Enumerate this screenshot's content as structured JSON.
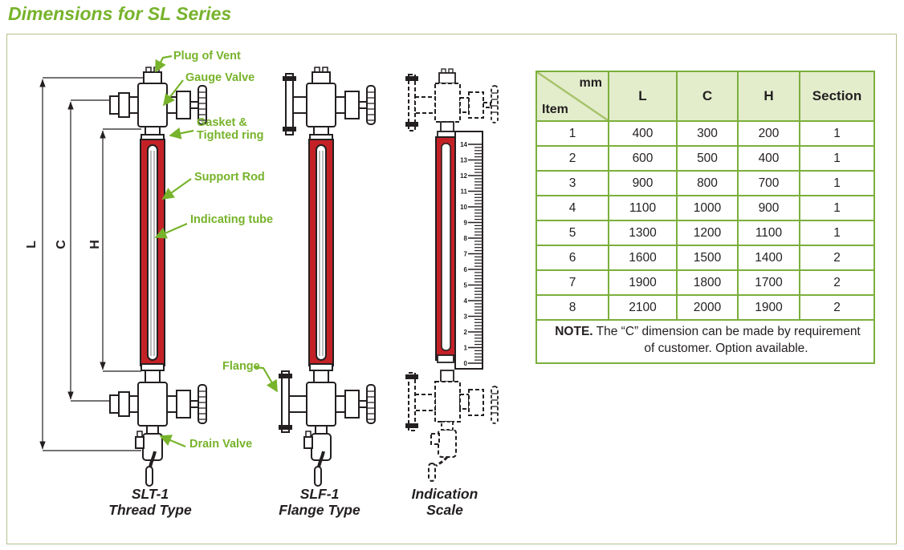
{
  "page": {
    "title": "Dimensions for SL Series"
  },
  "colors": {
    "accent_green": "#77b32b",
    "tube_red": "#c42127",
    "line_black": "#231f20",
    "table_border": "#7caf3c",
    "table_header_bg": "#e3edcc",
    "frame_border": "#b3c289"
  },
  "drawings": {
    "labels": {
      "plug_of_vent": "Plug of Vent",
      "gauge_valve": "Gauge Valve",
      "gasket_line1": "Gasket &",
      "gasket_line2": "Tighted ring",
      "support_rod": "Support Rod",
      "indicating_tube": "Indicating tube",
      "drain_valve": "Drain Valve",
      "flange": "Flange"
    },
    "dimension_labels": {
      "l": "L",
      "c": "C",
      "h": "H"
    },
    "captions": [
      {
        "model": "SLT-1",
        "type": "Thread Type"
      },
      {
        "model": "SLF-1",
        "type": "Flange Type"
      },
      {
        "model": "Indication",
        "type": "Scale"
      }
    ],
    "scale": {
      "min": 0,
      "max": 14
    }
  },
  "table": {
    "corner": {
      "top_right": "mm",
      "bottom_left": "Item"
    },
    "columns": [
      "L",
      "C",
      "H",
      "Section"
    ],
    "rows": [
      {
        "item": "1",
        "l": "400",
        "c": "300",
        "h": "200",
        "section": "1"
      },
      {
        "item": "2",
        "l": "600",
        "c": "500",
        "h": "400",
        "section": "1"
      },
      {
        "item": "3",
        "l": "900",
        "c": "800",
        "h": "700",
        "section": "1"
      },
      {
        "item": "4",
        "l": "1100",
        "c": "1000",
        "h": "900",
        "section": "1"
      },
      {
        "item": "5",
        "l": "1300",
        "c": "1200",
        "h": "1100",
        "section": "1"
      },
      {
        "item": "6",
        "l": "1600",
        "c": "1500",
        "h": "1400",
        "section": "2"
      },
      {
        "item": "7",
        "l": "1900",
        "c": "1800",
        "h": "1700",
        "section": "2"
      },
      {
        "item": "8",
        "l": "2100",
        "c": "2000",
        "h": "1900",
        "section": "2"
      }
    ],
    "note": {
      "label": "NOTE.",
      "line1": "The “C” dimension can be made by requirement",
      "line2": "of customer. Option available."
    }
  }
}
